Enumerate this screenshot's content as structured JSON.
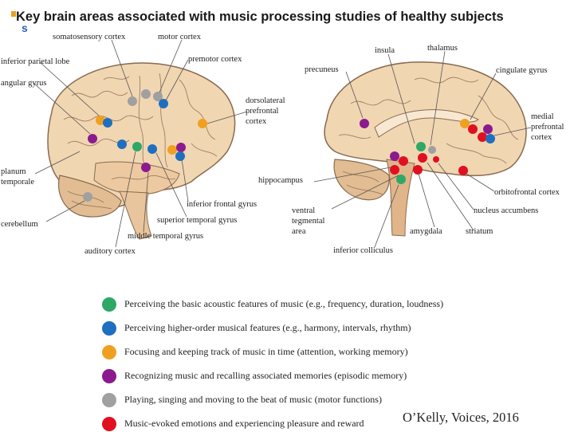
{
  "title": "Key brain areas associated with music processing studies of healthy subjects",
  "title_marker_letter": "s",
  "citation": "O’Kelly, Voices, 2016",
  "colors": {
    "green": "#2ea866",
    "blue": "#1f6fc0",
    "orange": "#f0a020",
    "purple": "#8b1a8f",
    "gray": "#a0a0a0",
    "red": "#e01020",
    "brain_fill": "#f1d6b2",
    "brain_stroke": "#8a6a50"
  },
  "left_brain_labels": {
    "somatosensory": "somatosensory cortex",
    "motor": "motor cortex",
    "premotor": "premotor cortex",
    "inferior_parietal": "inferior parietal lobe",
    "angular": "angular gyrus",
    "dlpfc_1": "dorsolateral",
    "dlpfc_2": "prefrontal",
    "dlpfc_3": "cortex",
    "planum_1": "planum",
    "planum_2": "temporale",
    "cerebellum": "cerebellum",
    "inferior_frontal": "inferior frontal gyrus",
    "superior_temporal": "superior temporal gyrus",
    "middle_temporal": "middle temporal gyrus",
    "auditory": "auditory cortex"
  },
  "right_brain_labels": {
    "insula": "insula",
    "thalamus": "thalamus",
    "precuneus": "precuneus",
    "cingulate": "cingulate gyrus",
    "medial_1": "medial",
    "medial_2": "prefrontal",
    "medial_3": "cortex",
    "hippocampus": "hippocampus",
    "orbitofrontal": "orbitofrontal cortex",
    "vta_1": "ventral",
    "vta_2": "tegmental",
    "vta_3": "area",
    "nucleus_accumbens": "nucleus accumbens",
    "amygdala": "amygdala",
    "striatum": "striatum",
    "inferior_colliculus": "inferior colliculus"
  },
  "legend": [
    {
      "color": "green",
      "text": "Perceiving the basic acoustic features of music (e.g., frequency, duration, loudness)"
    },
    {
      "color": "blue",
      "text": "Perceiving higher-order musical features (e.g., harmony, intervals, rhythm)"
    },
    {
      "color": "orange",
      "text": "Focusing and keeping track of music in time (attention, working memory)"
    },
    {
      "color": "purple",
      "text": "Recognizing music and recalling associated memories (episodic memory)"
    },
    {
      "color": "gray",
      "text": "Playing, singing and moving to the beat of music (motor functions)"
    },
    {
      "color": "red",
      "text": "Music-evoked emotions and experiencing pleasure and reward"
    }
  ]
}
